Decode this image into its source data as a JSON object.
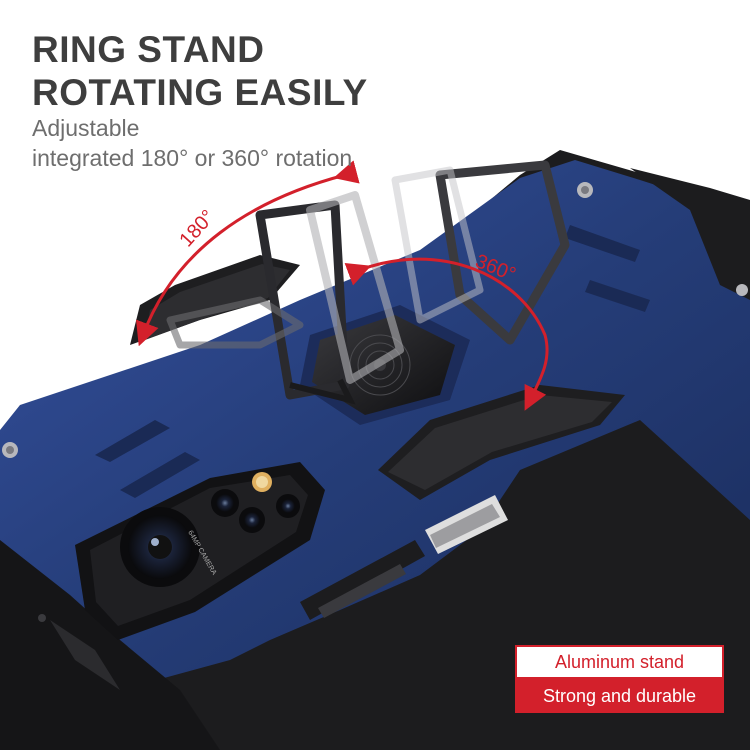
{
  "headline": {
    "line1": "RING STAND",
    "line2": "ROTATING EASILY"
  },
  "subheadline": {
    "line1": "Adjustable",
    "line2": "integrated 180° or 360° rotation"
  },
  "rotation_labels": {
    "left": "180°",
    "right": "360°"
  },
  "camera_text": "64MP CAMERA",
  "badges": {
    "top": "Aluminum stand",
    "bottom": "Strong and durable"
  },
  "colors": {
    "case_blue": "#253d78",
    "armor_black": "#1c1c1e",
    "accent_red": "#d3202b",
    "headline_gray": "#3e3e3e"
  }
}
